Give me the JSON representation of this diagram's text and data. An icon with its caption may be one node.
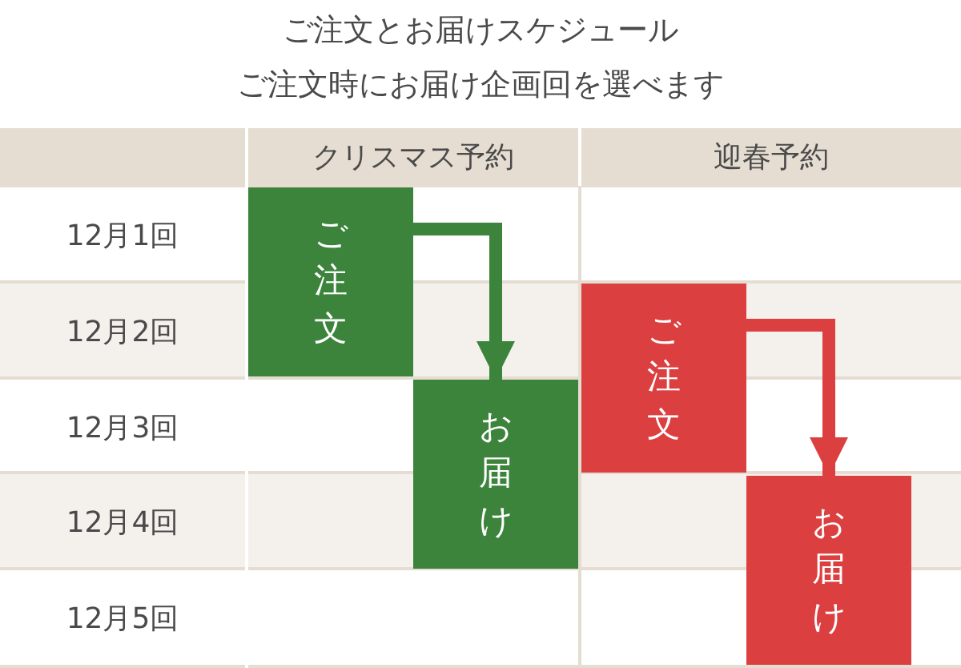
{
  "diagram": {
    "title": "ご注文とお届けスケジュール",
    "nodes": [
      {
        "text": [
          "ご注文"
        ]
      },
      {
        "text": [
          "お届け"
        ]
      },
      {
        "text": [
          "ご注文"
        ]
      },
      {
        "text": [
          "お届け"
        ]
      }
    ],
    "edges": [
      {
        "from": 0,
        "to": 1,
        "arrow": "to",
        "color": "#3c843c"
      },
      {
        "from": 2,
        "to": 3,
        "arrow": "to",
        "color": "#dc3f40"
      }
    ],
    "labels": [
      "ご注文時にお届け企画回を選べます",
      "クリスマス予約",
      "迎春予約",
      "12月1回",
      "12月2回",
      "12月3回",
      "12月4回",
      "12月5回"
    ]
  }
}
